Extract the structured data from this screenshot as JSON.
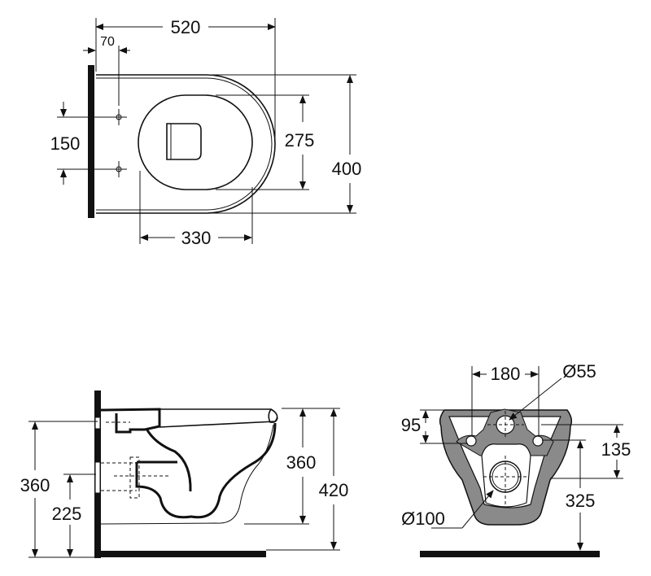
{
  "views": {
    "top": {
      "dim_width": "520",
      "dim_offset": "70",
      "dim_holes": "150",
      "dim_seat_width": "275",
      "dim_depth": "400",
      "dim_seat_length": "330"
    },
    "side": {
      "dim_top_height": "360",
      "dim_inlet_height": "225",
      "dim_bowl_height": "360",
      "dim_overall_height": "420"
    },
    "front": {
      "dim_hole_spacing": "180",
      "dim_inlet_diameter": "Ø55",
      "dim_top_offset": "95",
      "dim_hole_drop": "135",
      "dim_outlet_height": "325",
      "dim_outlet_diameter": "Ø100"
    }
  },
  "colors": {
    "line": "#111111",
    "section_fill": "#8a8a8a"
  }
}
